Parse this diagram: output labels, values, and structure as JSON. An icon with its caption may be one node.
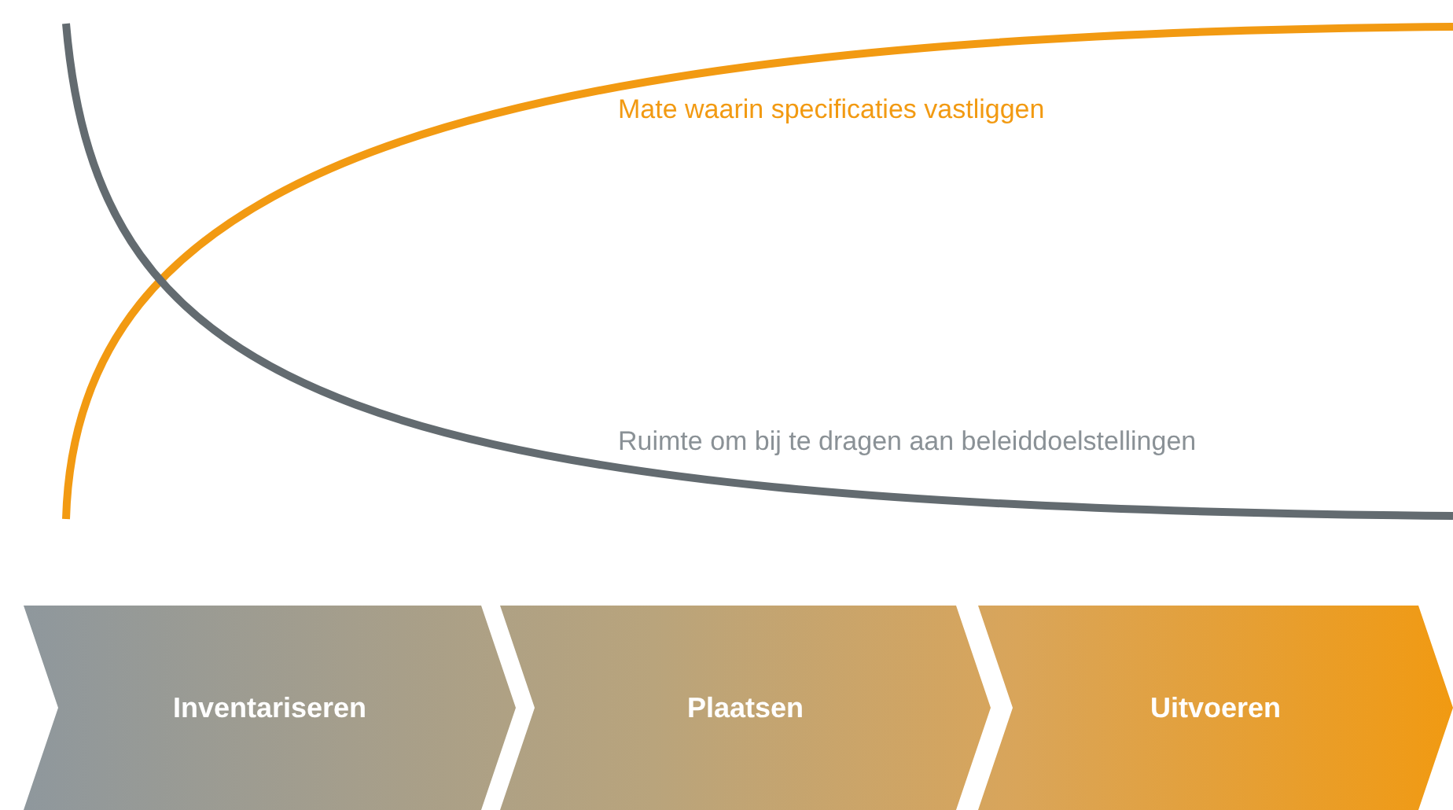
{
  "diagram": {
    "nodes": [
      {
        "text": [
          "Inventariseren"
        ]
      },
      {
        "text": [
          "Plaatsen"
        ]
      },
      {
        "text": [
          "Uitvoeren"
        ]
      }
    ],
    "labels": [
      "Mate waarin specificaties vastliggen",
      "Ruimte om bij te dragen aan beleiddoelstellingen"
    ]
  }
}
